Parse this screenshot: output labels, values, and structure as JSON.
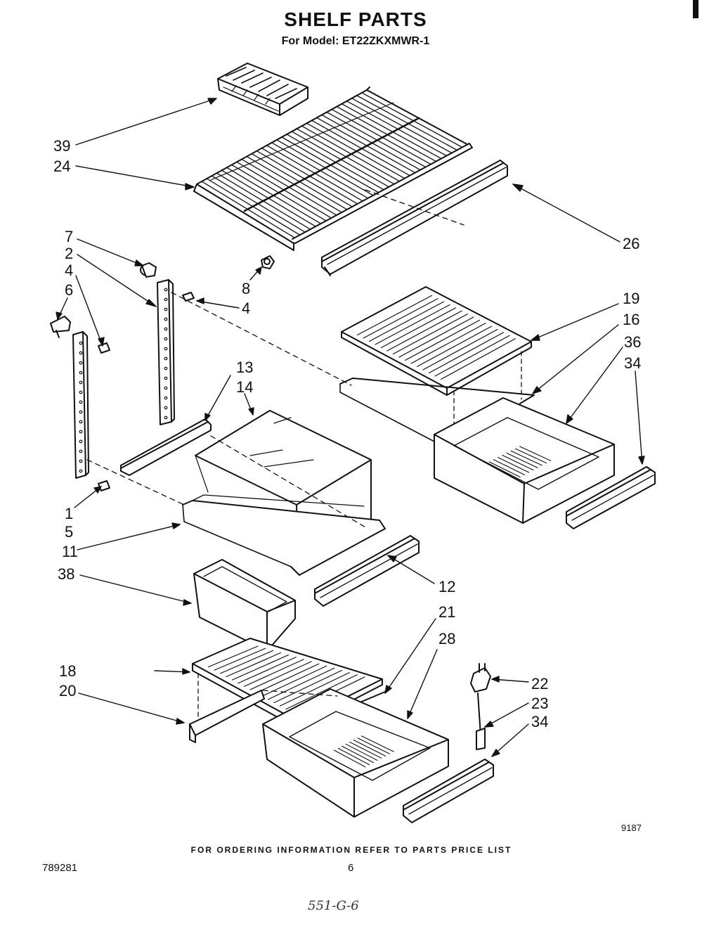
{
  "header": {
    "title": "SHELF PARTS",
    "subtitle": "For Model: ET22ZKXMWR-1"
  },
  "callouts": {
    "c39": "39",
    "c24": "24",
    "c26": "26",
    "c7": "7",
    "c2": "2",
    "c4a": "4",
    "c6": "6",
    "c8": "8",
    "c4b": "4",
    "c19": "19",
    "c16": "16",
    "c36": "36",
    "c34a": "34",
    "c13": "13",
    "c14": "14",
    "c1": "1",
    "c5": "5",
    "c11": "11",
    "c12": "12",
    "c38": "38",
    "c21": "21",
    "c28": "28",
    "c18": "18",
    "c20": "20",
    "c22": "22",
    "c23": "23",
    "c34b": "34"
  },
  "footer": {
    "ordering_note": "FOR ORDERING INFORMATION REFER TO PARTS PRICE LIST",
    "doc_number": "789281",
    "page_number": "6",
    "date_code": "9187",
    "handwritten": "551-G-6"
  }
}
